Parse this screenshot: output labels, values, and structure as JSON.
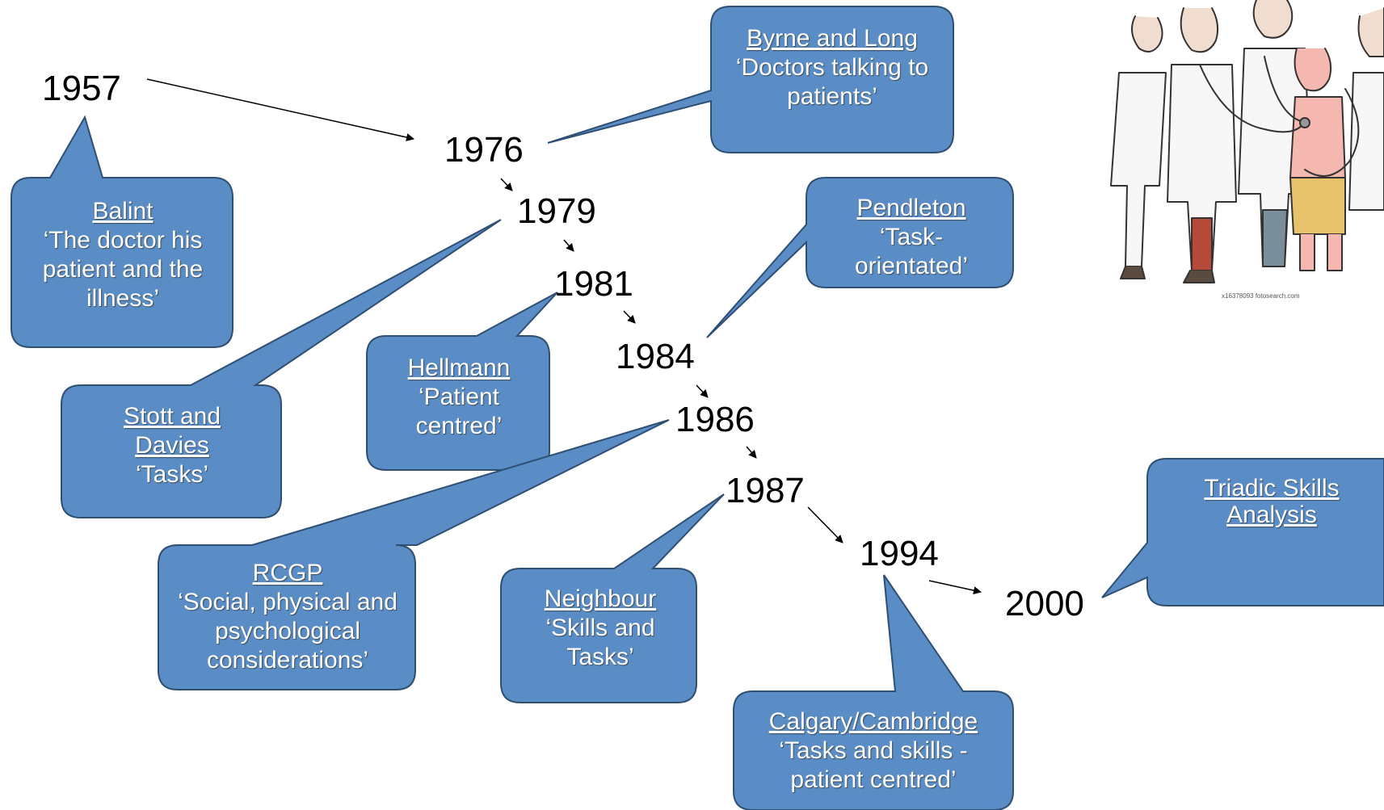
{
  "years": [
    "1957",
    "1976",
    "1979",
    "1981",
    "1984",
    "1986",
    "1987",
    "1994",
    "2000"
  ],
  "callouts": {
    "balint": {
      "title": "Balint",
      "quote": "‘The doctor his patient and the illness’"
    },
    "byrne": {
      "title": "Byrne and Long",
      "quote": "‘Doctors talking to patients’"
    },
    "stott": {
      "title": "Stott and Davies",
      "quote": "‘Tasks’"
    },
    "hellmann": {
      "title": "Hellmann",
      "quote": "‘Patient centred’"
    },
    "pendleton": {
      "title": "Pendleton",
      "quote": "‘Task-orientated’"
    },
    "rcgp": {
      "title": "RCGP",
      "quote": "‘Social, physical and psychological considerations’"
    },
    "neighbour": {
      "title": "Neighbour",
      "quote": "‘Skills and Tasks’"
    },
    "calgary": {
      "title": "Calgary/Cambridge",
      "quote": "‘Tasks and skills - patient centred’"
    },
    "triadic": {
      "title": "Triadic Skills Analysis",
      "quote": ""
    }
  },
  "image_caption": "x16378093 fotosearch.com",
  "colors": {
    "callout_fill": "#5a8dc5",
    "callout_stroke": "#2f4f73"
  }
}
